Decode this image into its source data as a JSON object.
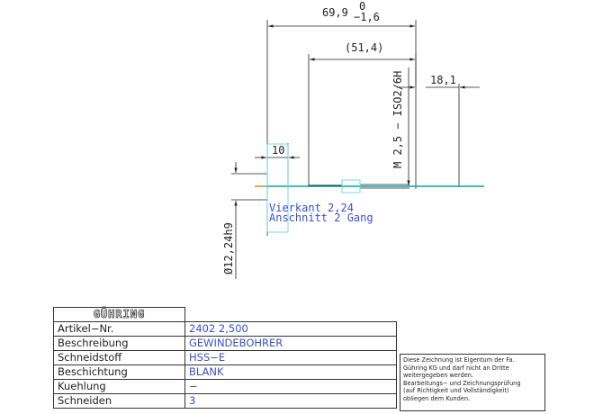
{
  "dimensions": {
    "overall_length": "69,9",
    "tol_upper": "0",
    "tol_lower": "−1,6",
    "shank_length": "(51,4)",
    "thread_length": "18,1",
    "square_length": "10",
    "thread_spec": "M 2,5 − ISO2/6H",
    "shank_diameter": "Ø12,24h9"
  },
  "notes": {
    "square": "Vierkant 2,24",
    "chamfer": "Anschnitt 2 Gang"
  },
  "titleblock": {
    "logo": "GÜHRING",
    "rows": [
      {
        "label": "Artikel−Nr.",
        "value": "2402 2,500"
      },
      {
        "label": "Beschreibung",
        "value": "GEWINDEBOHRER"
      },
      {
        "label": "Schneidstoff",
        "value": "HSS−E"
      },
      {
        "label": "Beschichtung",
        "value": "BLANK"
      },
      {
        "label": "Kuehlung",
        "value": "−"
      },
      {
        "label": "Schneiden",
        "value": "3"
      }
    ]
  },
  "notice": [
    "Diese Zeichnung ist Eigentum der Fa.",
    "Gühring KG und darf nicht an Dritte",
    "weitergegeben werden.",
    "Bearbeitungs− und Zeichnungsprüfung",
    "(auf Richtigkeit und Vollständigkeit)",
    "obliegen dem Kunden."
  ],
  "colors": {
    "tool_axis": "#00a8a8",
    "annotation": "#3a4fd0",
    "construction": "#66d6e6",
    "line": "#222222"
  }
}
